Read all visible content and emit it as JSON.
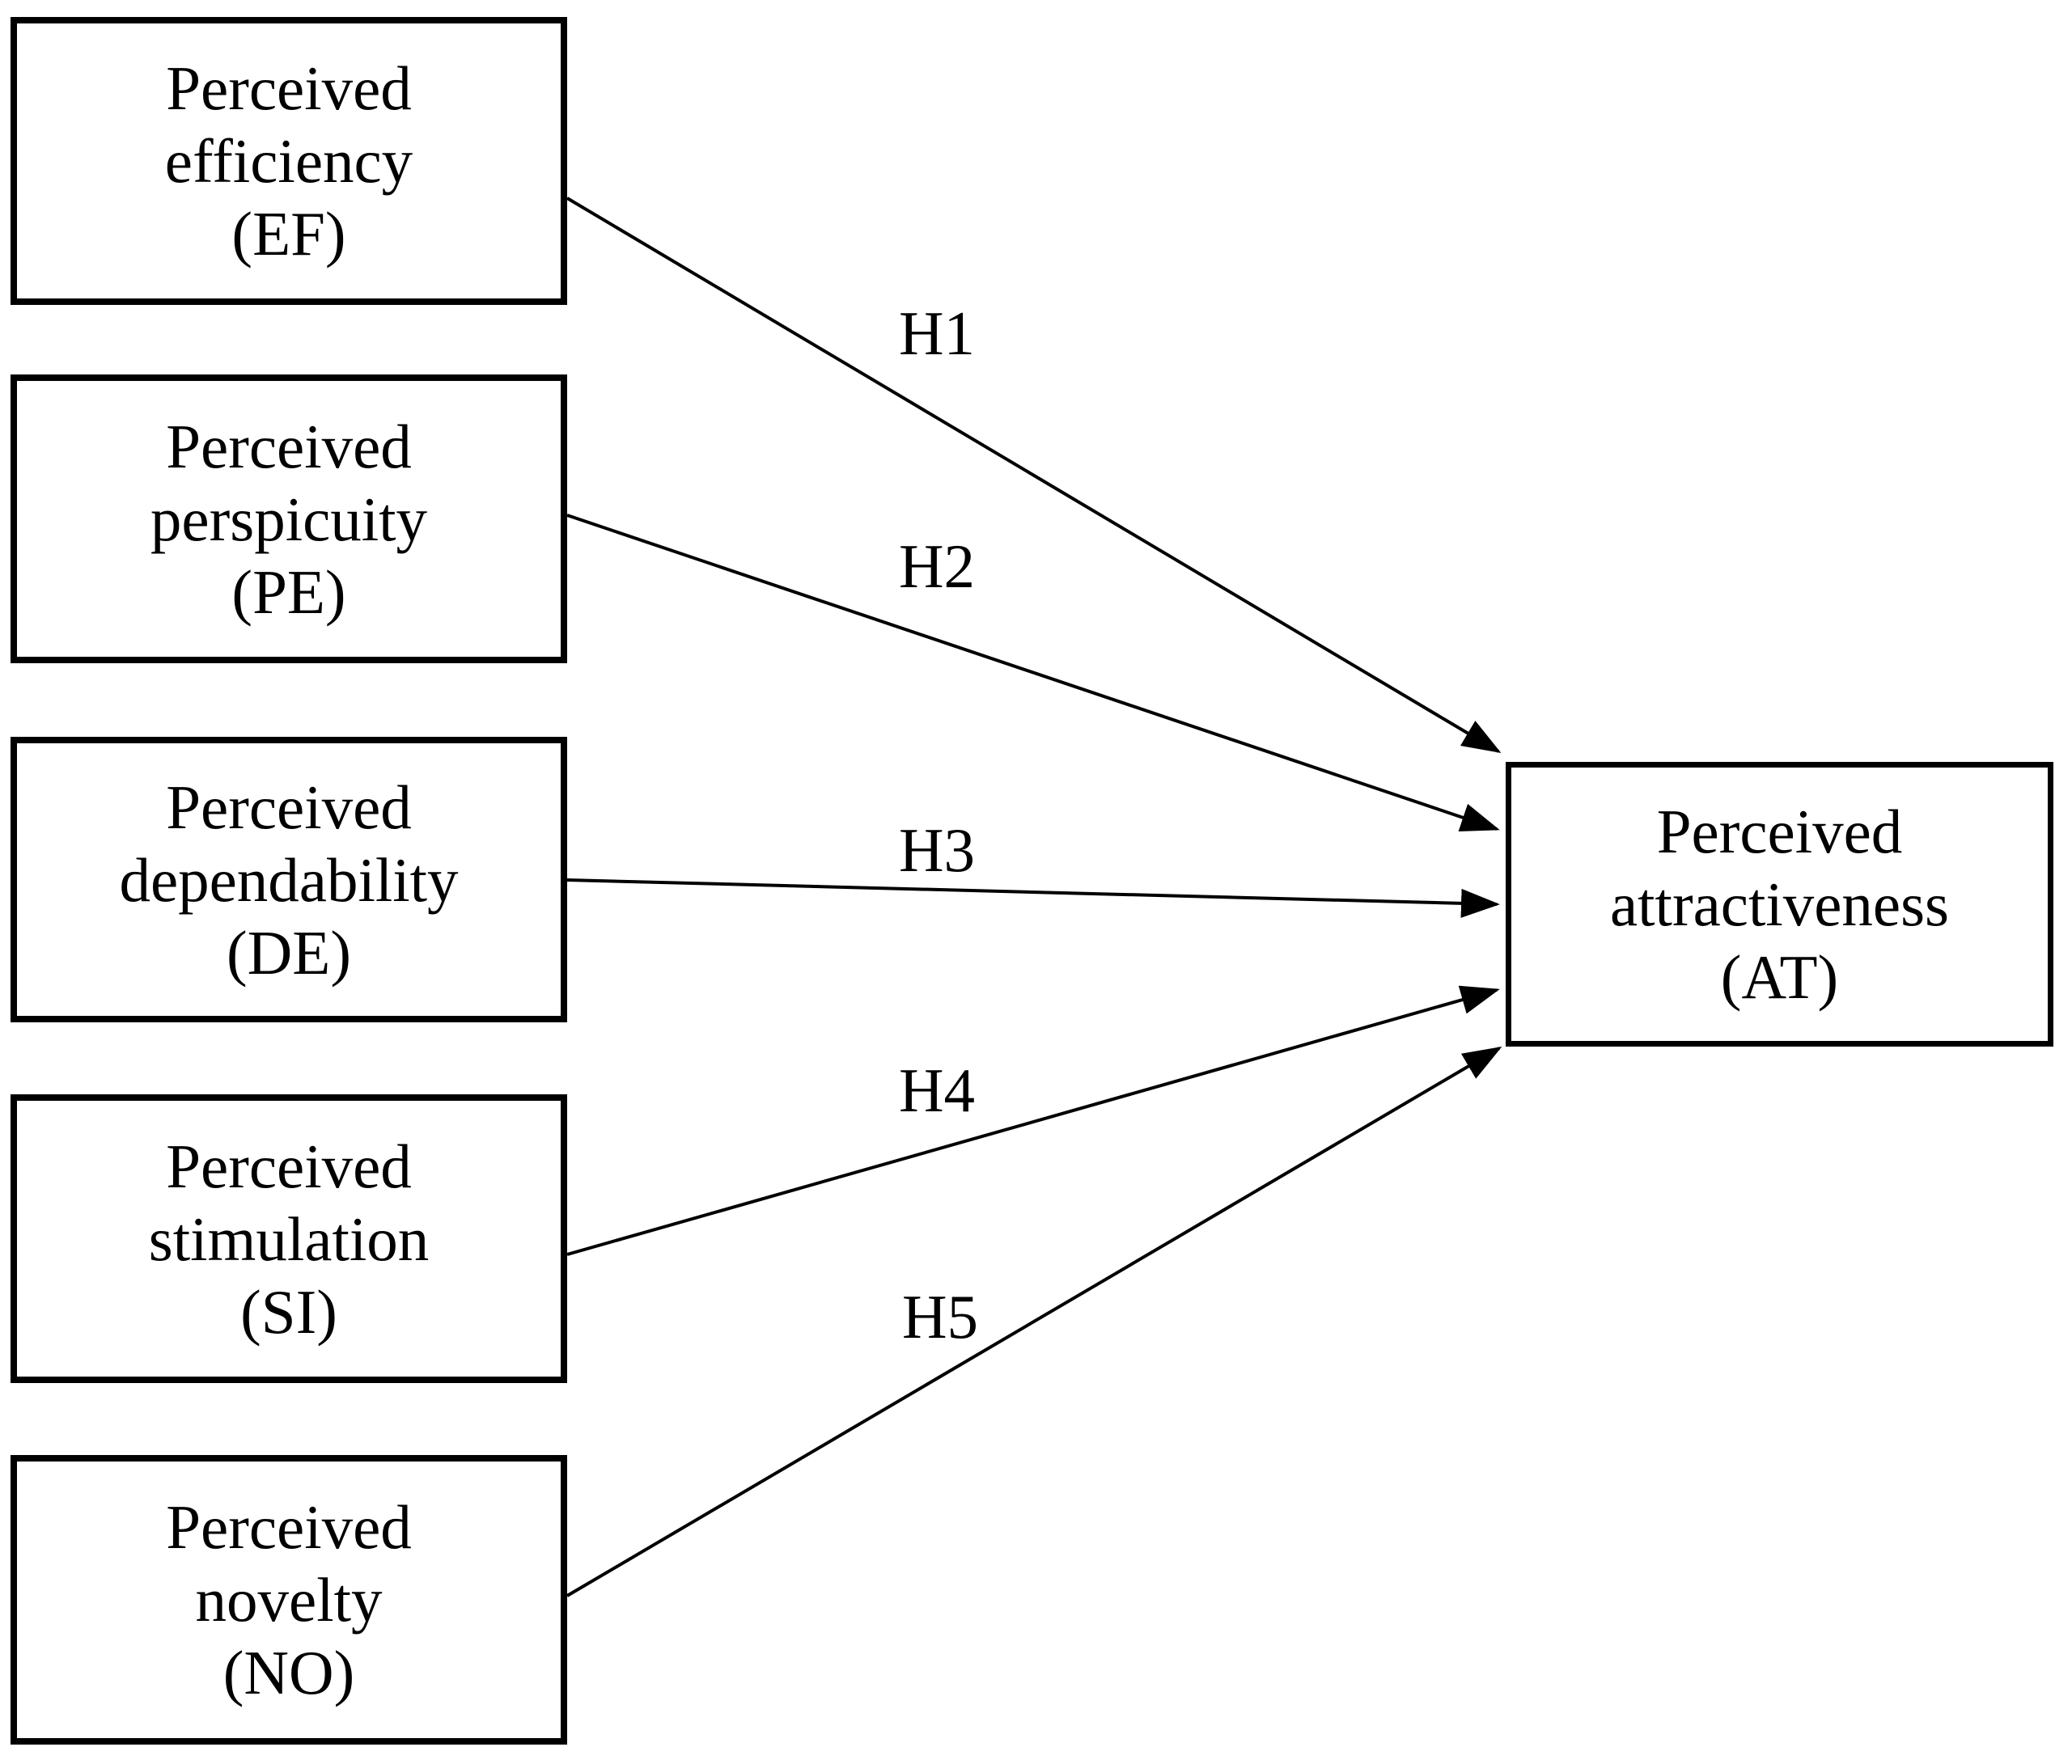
{
  "diagram": {
    "colors": {
      "background": "#ffffff",
      "line": "#000000",
      "text": "#000000",
      "box_border": "#000000"
    },
    "factors": [
      {
        "id": "EF",
        "lines": [
          "Perceived",
          "efficiency",
          "(EF)"
        ]
      },
      {
        "id": "PE",
        "lines": [
          "Perceived",
          "perspicuity",
          "(PE)"
        ]
      },
      {
        "id": "DE",
        "lines": [
          "Perceived",
          "dependability",
          "(DE)"
        ]
      },
      {
        "id": "SI",
        "lines": [
          "Perceived",
          "stimulation",
          "(SI)"
        ]
      },
      {
        "id": "NO",
        "lines": [
          "Perceived",
          "novelty",
          "(NO)"
        ]
      }
    ],
    "outcome": {
      "id": "AT",
      "lines": [
        "Perceived",
        "attractiveness",
        "(AT)"
      ]
    },
    "hypotheses": [
      {
        "label": "H1",
        "from": "EF",
        "to": "AT"
      },
      {
        "label": "H2",
        "from": "PE",
        "to": "AT"
      },
      {
        "label": "H3",
        "from": "DE",
        "to": "AT"
      },
      {
        "label": "H4",
        "from": "SI",
        "to": "AT"
      },
      {
        "label": "H5",
        "from": "NO",
        "to": "AT"
      }
    ]
  }
}
